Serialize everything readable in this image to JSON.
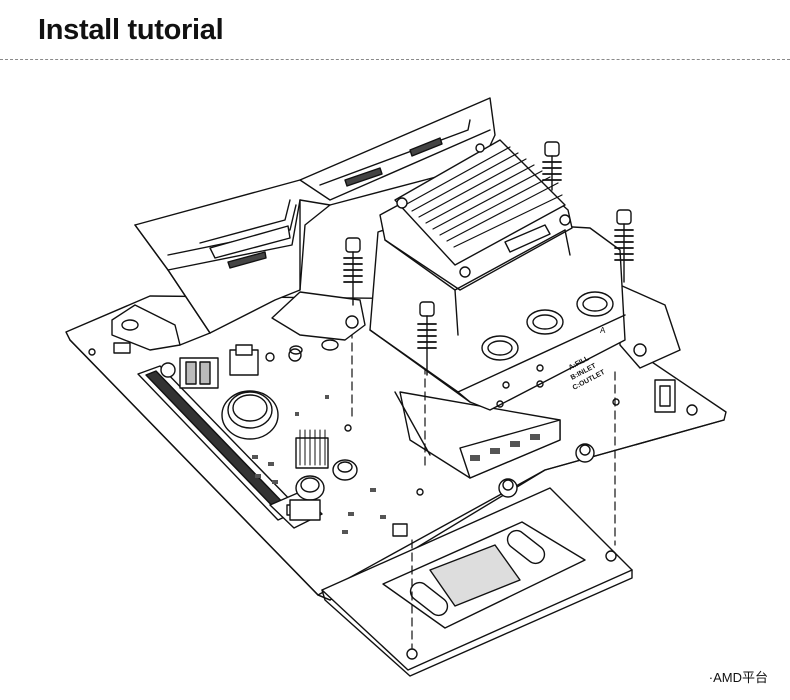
{
  "header": {
    "title": "Install tutorial"
  },
  "figure": {
    "caption": "·AMD平台",
    "labels": {
      "line1": "A:FILL",
      "line2": "B:INLET",
      "line3": "C:OUTLET"
    }
  }
}
